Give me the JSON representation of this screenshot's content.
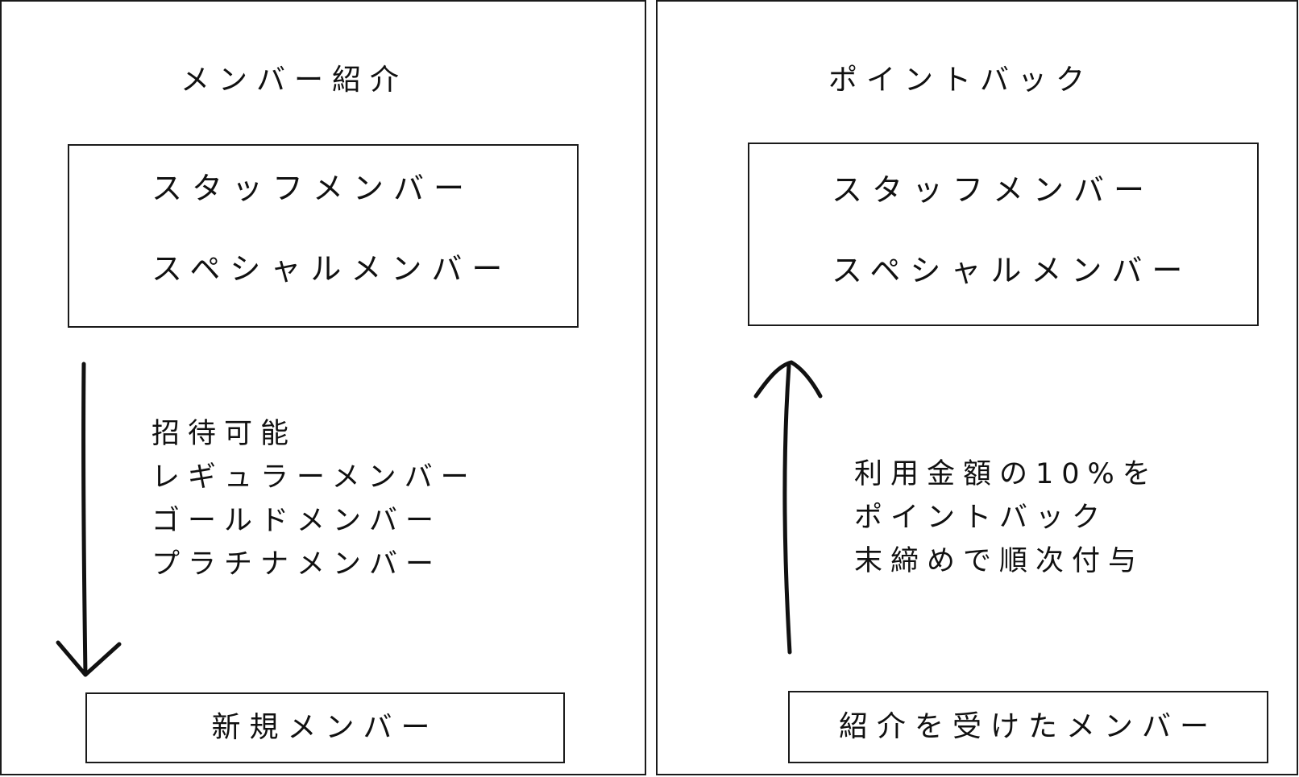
{
  "left_panel": {
    "title": "メンバー紹介",
    "tier_box": {
      "lines": [
        "スタッフメンバー",
        "スペシャルメンバー"
      ]
    },
    "note": {
      "lines": [
        "招待可能",
        "レギュラーメンバー",
        "ゴールドメンバー",
        "プラチナメンバー"
      ]
    },
    "bottom_box": {
      "label": "新規メンバー"
    }
  },
  "right_panel": {
    "title": "ポイントバック",
    "tier_box": {
      "lines": [
        "スタッフメンバー",
        "スペシャルメンバー"
      ]
    },
    "note": {
      "lines": [
        "利用金額の10%を",
        "ポイントバック",
        "末締めで順次付与"
      ]
    },
    "bottom_box": {
      "label": "紹介を受けたメンバー"
    }
  },
  "colors": {
    "line": "#1a1a1a",
    "background": "#ffffff"
  }
}
